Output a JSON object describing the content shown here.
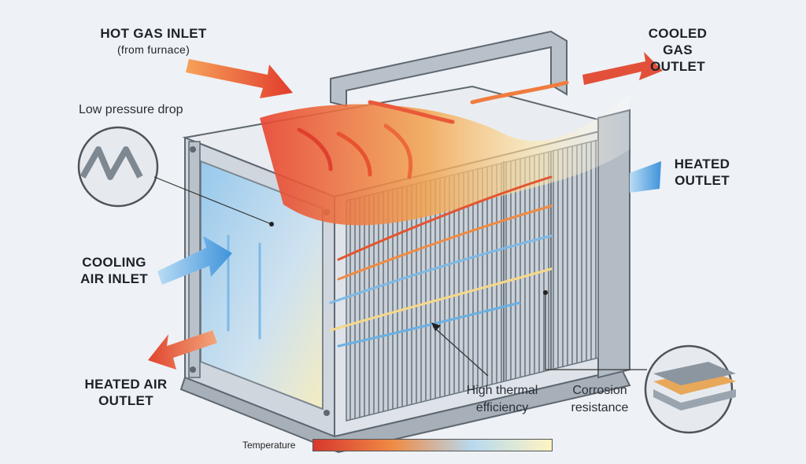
{
  "labels": {
    "hot_gas_inlet": "HOT GAS INLET",
    "hot_gas_inlet_sub": "(from furnace)",
    "cooled_gas_outlet_l1": "COOLED GAS",
    "cooled_gas_outlet_l2": "OUTLET",
    "low_pressure_drop": "Low pressure drop",
    "heated_outlet_l1": "HEATED",
    "heated_outlet_l2": "OUTLET",
    "cooling_air_inlet_l1": "COOLING",
    "cooling_air_inlet_l2": "AIR INLET",
    "heated_air_outlet_l1": "HEATED AIR",
    "heated_air_outlet_l2": "OUTLET",
    "high_thermal_efficiency_l1": "High thermal",
    "high_thermal_efficiency_l2": "efficiency",
    "corrosion_resistance_l1": "Corrosion",
    "corrosion_resistance_l2": "resistance"
  },
  "legend": {
    "title": "Temperature",
    "colors": [
      "#d7372e",
      "#ef8b45",
      "#b7d9ef",
      "#fff4c2"
    ]
  },
  "colors": {
    "hot": "#e8432f",
    "warm": "#f29a4a",
    "cool": "#5aa9e6",
    "frame": "#9aa4ae",
    "frame_dark": "#5f6770",
    "background": "#eef1f5"
  }
}
